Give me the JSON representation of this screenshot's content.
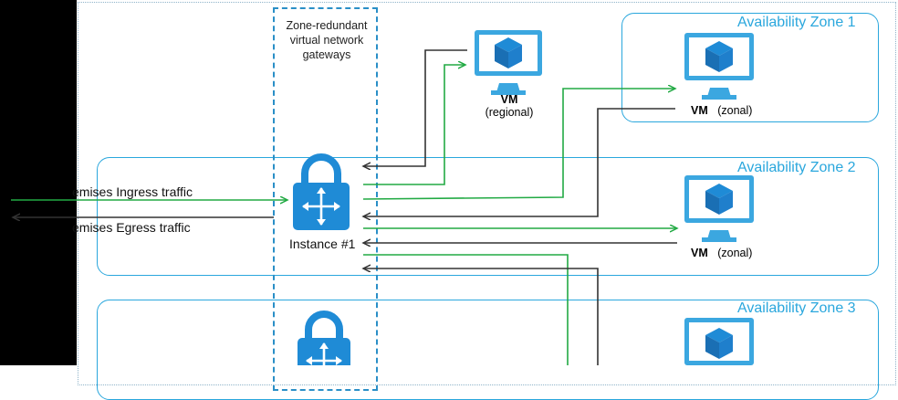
{
  "gateway_group": {
    "label_lines": [
      "Zone-redundant",
      "virtual network",
      "gateways"
    ]
  },
  "zones": [
    {
      "label": "Availability Zone 1"
    },
    {
      "label": "Availability Zone 2"
    },
    {
      "label": "Availability Zone 3"
    }
  ],
  "traffic": {
    "ingress": "emises Ingress traffic",
    "egress": "emises Egress traffic"
  },
  "gateway": {
    "instance_label": "Instance #1"
  },
  "vms": [
    {
      "name": "VM",
      "qualifier": "(regional)"
    },
    {
      "name": "VM",
      "qualifier": "(zonal)"
    },
    {
      "name": "VM",
      "qualifier": "(zonal)"
    }
  ],
  "colors": {
    "zone_border": "#2aa7dd",
    "gateway_box": "#2a8fc7",
    "green_arrow": "#22aa44",
    "dark_arrow": "#333333",
    "icon_blue": "#1f8bd6",
    "monitor_blue": "#3ba7e0"
  },
  "icons": {
    "vm": "vm-monitor-icon",
    "gateway": "gateway-lock-icon"
  }
}
